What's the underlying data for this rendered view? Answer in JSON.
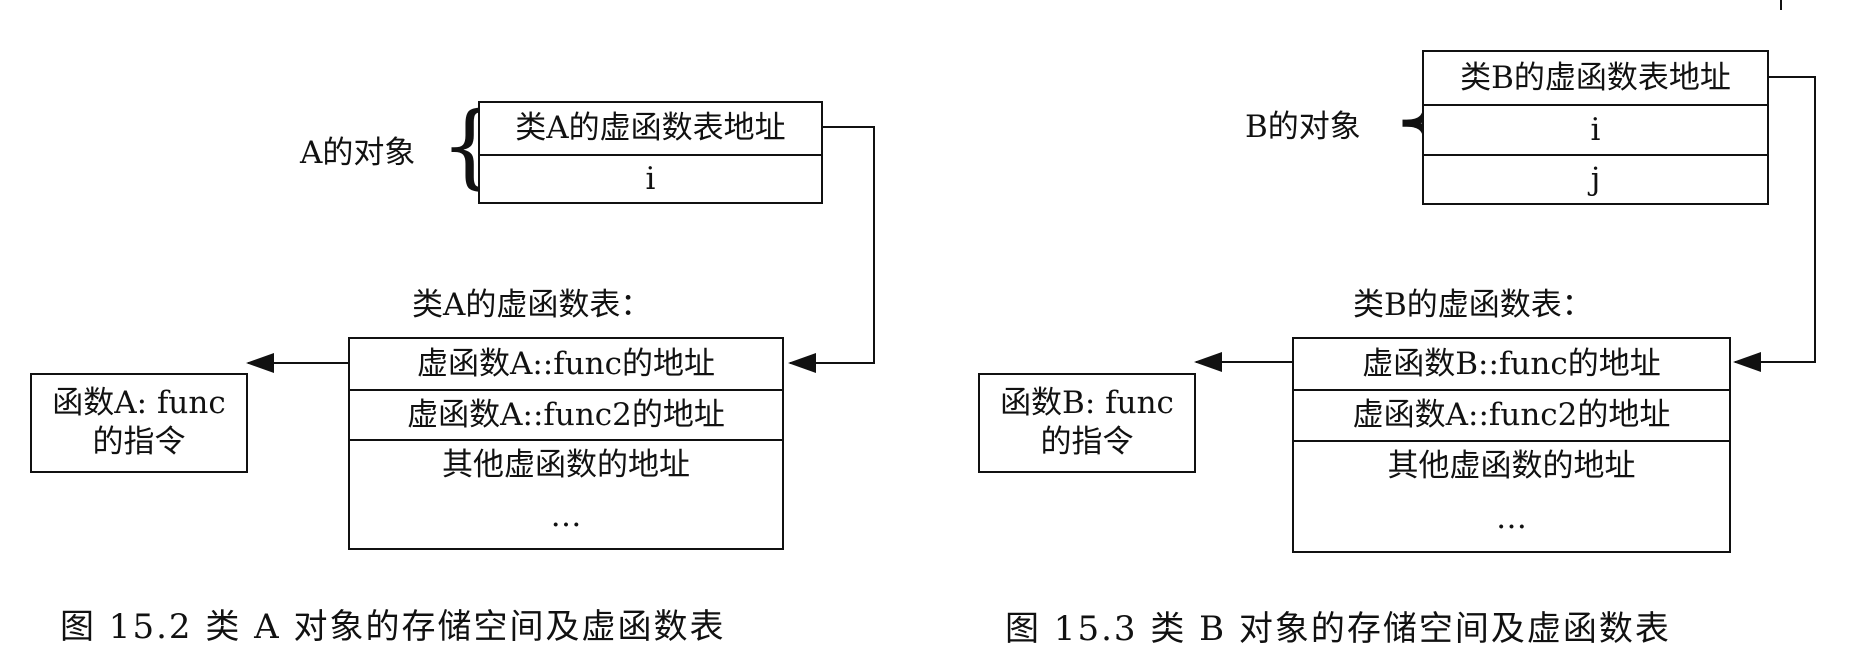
{
  "figure_a": {
    "object_label": "A的对象",
    "object_fields": [
      "类A的虚函数表地址",
      "i"
    ],
    "vtable_label": "类A的虚函数表：",
    "vtable_entries": [
      "虚函数A::func的地址",
      "虚函数A::func2的地址",
      "其他虚函数的地址",
      "…"
    ],
    "target_lines": [
      "函数A: func",
      "的指令"
    ],
    "caption": "图 15.2  类 A 对象的存储空间及虚函数表"
  },
  "figure_b": {
    "object_label": "B的对象",
    "object_fields": [
      "类B的虚函数表地址",
      "i",
      "j"
    ],
    "vtable_label": "类B的虚函数表：",
    "vtable_entries": [
      "虚函数B::func的地址",
      "虚函数A::func2的地址",
      "其他虚函数的地址",
      "…"
    ],
    "target_lines": [
      "函数B: func",
      "的指令"
    ],
    "caption": "图 15.3  类 B 对象的存储空间及虚函数表"
  }
}
